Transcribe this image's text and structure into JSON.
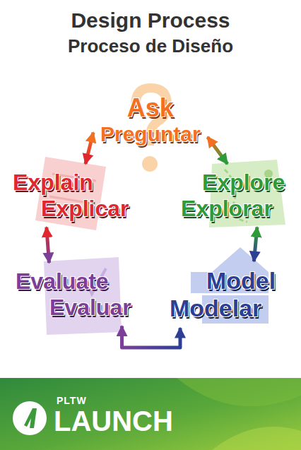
{
  "diagram": {
    "title": "Design Process",
    "nodes": [
      {
        "text": [
          "Ask",
          "Preguntar"
        ]
      },
      {
        "text": [
          "Explore",
          "Explorar"
        ]
      },
      {
        "text": [
          "Model",
          "Modelar"
        ]
      },
      {
        "text": [
          "Evaluate",
          "Evaluar"
        ]
      },
      {
        "text": [
          "Explain",
          "Explicar"
        ]
      }
    ],
    "edges": [
      {
        "from": 0,
        "to": 1,
        "arrow": "both"
      },
      {
        "from": 1,
        "to": 2,
        "arrow": "both"
      },
      {
        "from": 2,
        "to": 3,
        "arrow": "both"
      },
      {
        "from": 3,
        "to": 4,
        "arrow": "both"
      },
      {
        "from": 4,
        "to": 0,
        "arrow": "both"
      }
    ],
    "labels": [
      "Proceso de Diseño",
      "PLTW",
      "LAUNCH"
    ]
  }
}
